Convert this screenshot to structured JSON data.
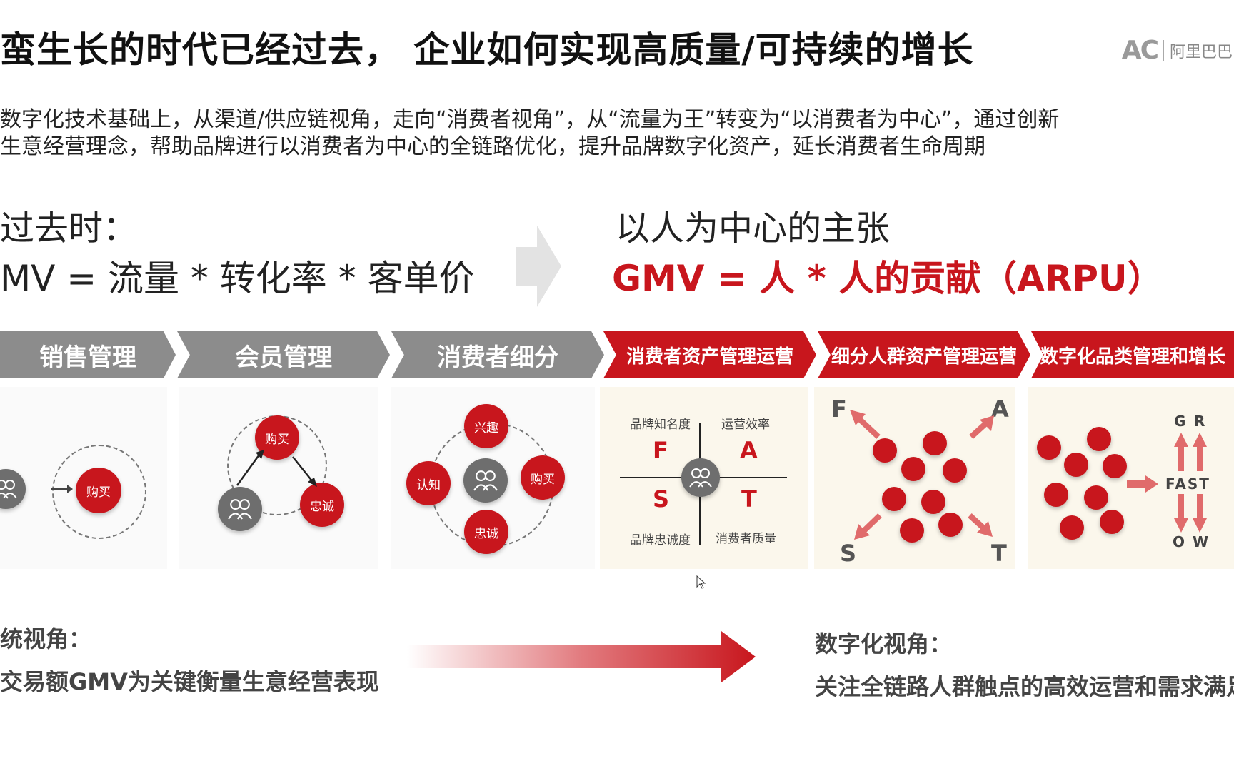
{
  "title": "蛮生长的时代已经过去， 企业如何实现高质量/可持续的增长",
  "logo": {
    "mark": "AC",
    "text": "阿里巴巴"
  },
  "description": [
    "数字化技术基础上，从渠道/供应链视角，走向“消费者视角”，从“流量为王”转变为“以消费者为中心”，通过创新",
    "生意经营理念，帮助品牌进行以消费者为中心的全链路优化，提升品牌数字化资产，延长消费者生命周期"
  ],
  "past": {
    "label": "过去时：",
    "formula": "MV = 流量 * 转化率 * 客单价"
  },
  "new": {
    "label": "以人为中心的主张",
    "formula": "GMV = 人 * 人的贡献（ARPU）"
  },
  "stages": [
    {
      "label": "销售管理",
      "style": "gray"
    },
    {
      "label": "会员管理",
      "style": "gray"
    },
    {
      "label": "消费者细分",
      "style": "gray"
    },
    {
      "label": "消费者资产管理运营",
      "style": "red"
    },
    {
      "label": "细分人群资产管理运营",
      "style": "red"
    },
    {
      "label": "数字化品类管理和增长",
      "style": "red"
    }
  ],
  "panel_sales": {
    "buy": "购买"
  },
  "panel_member": {
    "buy": "购买",
    "loyal": "忠诚"
  },
  "panel_segment": {
    "interest": "兴趣",
    "aware": "认知",
    "buy": "购买",
    "loyal": "忠诚"
  },
  "panel_fast": {
    "f": "F",
    "a": "A",
    "s": "S",
    "t": "T",
    "tl": "品牌知名度",
    "tr": "运营效率",
    "bl": "品牌忠诚度",
    "br": "消费者质量"
  },
  "panel_crowd": {
    "f": "F",
    "a": "A",
    "s": "S",
    "t": "T"
  },
  "panel_category": {
    "g": "G",
    "r": "R",
    "fast": "FAST",
    "o": "O",
    "w": "W"
  },
  "bottom": {
    "left_label": "统视角：",
    "left_text": "交易额GMV为关键衡量生意经营表现",
    "right_label": "数字化视角：",
    "right_text": "关注全链路人群触点的高效运营和需求满足"
  },
  "colors": {
    "accent": "#c8161d",
    "gray": "#8c8c8c"
  }
}
